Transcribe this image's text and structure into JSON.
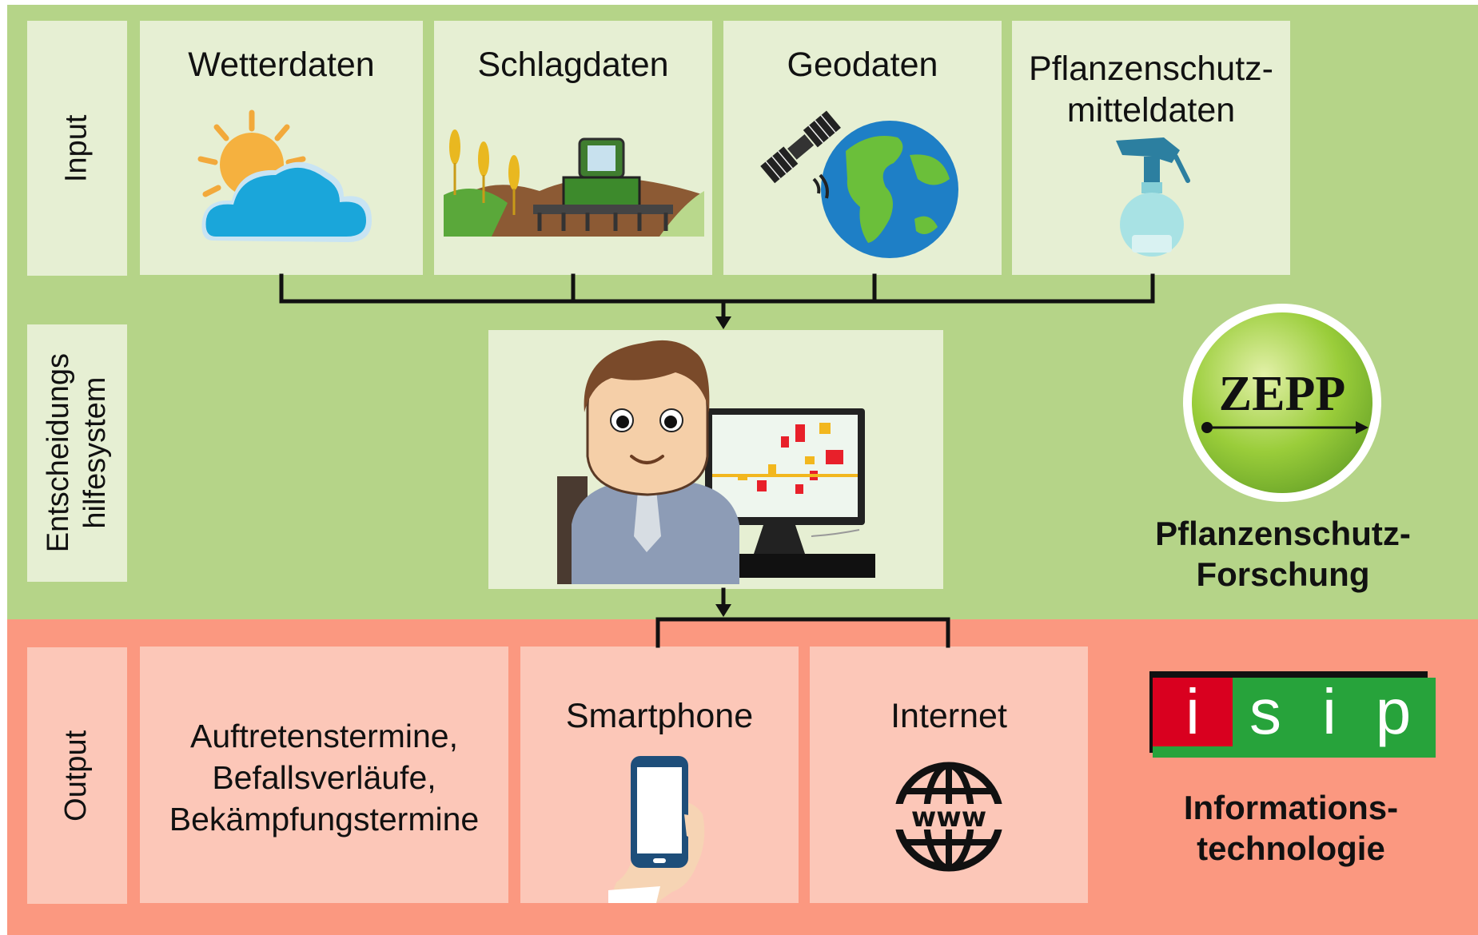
{
  "rows": {
    "input_label": "Input",
    "dss_label_line1": "Entscheidungs",
    "dss_label_line2": "hilfesystem",
    "output_label": "Output"
  },
  "inputs": [
    {
      "title": "Wetterdaten",
      "icon": "weather-cloud-sun-icon"
    },
    {
      "title": "Schlagdaten",
      "icon": "field-tractor-icon"
    },
    {
      "title": "Geodaten",
      "icon": "globe-satellite-icon"
    },
    {
      "title_line1": "Pflanzenschutz-",
      "title_line2": "mitteldaten",
      "icon": "spray-bottle-icon"
    }
  ],
  "dss": {
    "icon": "man-at-computer-icon"
  },
  "outputs": [
    {
      "line1": "Auftretenstermine,",
      "line2": "Befallsverläufe,",
      "line3": "Bekämpfungstermine"
    },
    {
      "title": "Smartphone",
      "icon": "smartphone-hand-icon"
    },
    {
      "title": "Internet",
      "icon": "www-globe-icon"
    }
  ],
  "zepp": {
    "logo_text": "ZEPP",
    "caption_line1": "Pflanzenschutz-",
    "caption_line2": "Forschung"
  },
  "isip": {
    "letters": [
      "i",
      "s",
      "i",
      "p"
    ],
    "caption_line1": "Informations-",
    "caption_line2": "technologie"
  },
  "colors": {
    "green_band": "#b5d488",
    "green_box": "#e6efd3",
    "red_band": "#fb9880",
    "red_box": "#fcc7b8",
    "isip_red": "#d9001f",
    "isip_green": "#27a33b"
  }
}
